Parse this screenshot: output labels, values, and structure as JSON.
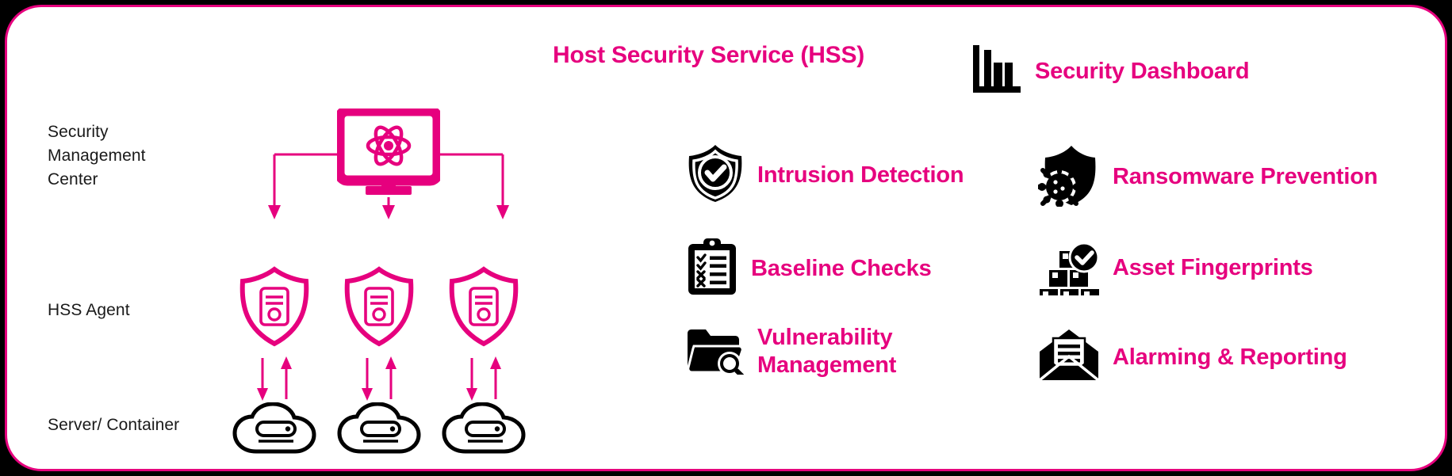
{
  "theme": {
    "background": "#000000",
    "panel_background": "#ffffff",
    "accent_pink": "#e6007e",
    "icon_black": "#000000",
    "label_text": "#1a1a1a"
  },
  "title": {
    "text": "Host Security Service (HSS)"
  },
  "diagram": {
    "rows": [
      {
        "id": "security-management-center",
        "label": "Security\nManagement\nCenter",
        "icon": "monitor-atom-icon"
      },
      {
        "id": "hss-agent",
        "label": "HSS Agent",
        "icon": "shield-server-icon",
        "count": 3
      },
      {
        "id": "server-container",
        "label": "Server/ Container",
        "icon": "cloud-server-icon",
        "count": 3
      }
    ],
    "connectors": {
      "center_to_agents": "downward-arrows",
      "agents_to_servers": "bidirectional-arrows"
    }
  },
  "features": [
    {
      "id": "security-dashboard",
      "label": "Security Dashboard",
      "icon": "bar-chart-icon"
    },
    {
      "id": "intrusion-detection",
      "label": "Intrusion Detection",
      "icon": "shield-check-icon"
    },
    {
      "id": "ransomware-prevention",
      "label": "Ransomware Prevention",
      "icon": "shield-virus-icon"
    },
    {
      "id": "baseline-checks",
      "label": "Baseline Checks",
      "icon": "clipboard-checklist-icon"
    },
    {
      "id": "asset-fingerprints",
      "label": "Asset Fingerprints",
      "icon": "boxes-check-icon"
    },
    {
      "id": "vulnerability-management",
      "label": "Vulnerability\nManagement",
      "icon": "folder-search-icon"
    },
    {
      "id": "alarming-reporting",
      "label": "Alarming & Reporting",
      "icon": "open-envelope-icon"
    }
  ]
}
